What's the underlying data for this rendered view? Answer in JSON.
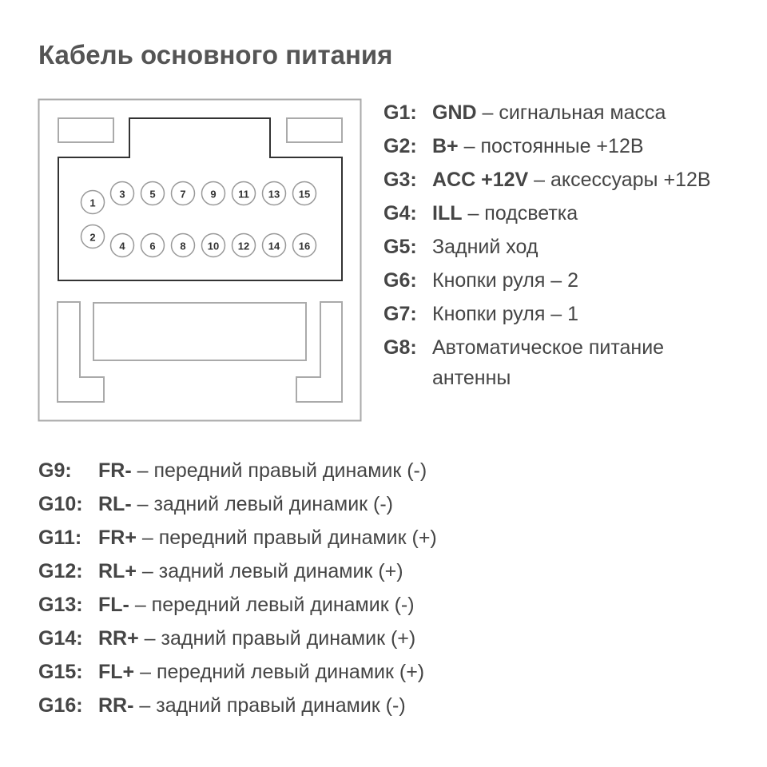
{
  "title": "Кабель основного питания",
  "pins": [
    "1",
    "2",
    "3",
    "4",
    "5",
    "6",
    "7",
    "8",
    "9",
    "10",
    "11",
    "12",
    "13",
    "14",
    "15",
    "16"
  ],
  "pin_list_right": [
    {
      "code": "G1:",
      "name": "GND",
      "desc": " – сигнальная масса"
    },
    {
      "code": "G2:",
      "name": "B+",
      "desc": " – постоянные +12В"
    },
    {
      "code": "G3:",
      "name": "ACC +12V",
      "desc": " – аксессуары +12В"
    },
    {
      "code": "G4:",
      "name": "ILL",
      "desc": " – подсветка"
    },
    {
      "code": "G5:",
      "name": "",
      "desc": "Задний ход"
    },
    {
      "code": "G6:",
      "name": "",
      "desc": "Кнопки руля – 2"
    },
    {
      "code": "G7:",
      "name": "",
      "desc": "Кнопки руля – 1"
    },
    {
      "code": "G8:",
      "name": "",
      "desc": "Автоматическое питание антенны"
    }
  ],
  "pin_list_bottom": [
    {
      "code": "G9:",
      "name": "FR-",
      "desc": " – передний правый динамик (-)"
    },
    {
      "code": "G10:",
      "name": "RL-",
      "desc": " – задний левый динамик (-)"
    },
    {
      "code": "G11:",
      "name": "FR+",
      "desc": " – передний правый динамик (+)"
    },
    {
      "code": "G12:",
      "name": "RL+",
      "desc": " – задний левый динамик (+)"
    },
    {
      "code": "G13:",
      "name": "FL-",
      "desc": " – передний левый динамик (-)"
    },
    {
      "code": "G14:",
      "name": "RR+",
      "desc": " – задний правый динамик (+)"
    },
    {
      "code": "G15:",
      "name": "FL+",
      "desc": " – передний левый динамик (+)"
    },
    {
      "code": "G16:",
      "name": "RR-",
      "desc": " – задний правый динамик (-)"
    }
  ]
}
